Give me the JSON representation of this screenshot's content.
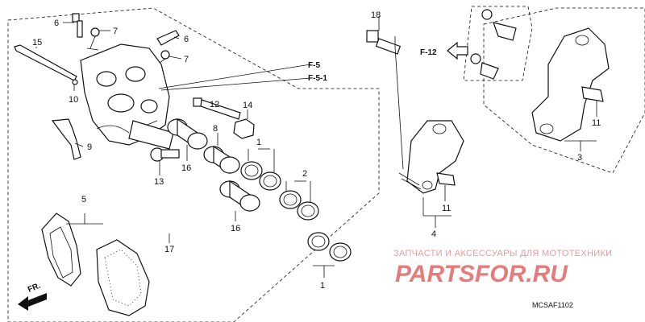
{
  "parts": [
    {
      "id": "p1a",
      "label": "1"
    },
    {
      "id": "p1b",
      "label": "1"
    },
    {
      "id": "p2",
      "label": "2"
    },
    {
      "id": "p3",
      "label": "3"
    },
    {
      "id": "p4",
      "label": "4"
    },
    {
      "id": "p5",
      "label": "5"
    },
    {
      "id": "p6a",
      "label": "6"
    },
    {
      "id": "p6b",
      "label": "6"
    },
    {
      "id": "p7a",
      "label": "7"
    },
    {
      "id": "p7b",
      "label": "7"
    },
    {
      "id": "p8",
      "label": "8"
    },
    {
      "id": "p9",
      "label": "9"
    },
    {
      "id": "p10",
      "label": "10"
    },
    {
      "id": "p11a",
      "label": "11"
    },
    {
      "id": "p11b",
      "label": "11"
    },
    {
      "id": "p12",
      "label": "12"
    },
    {
      "id": "p13",
      "label": "13"
    },
    {
      "id": "p14",
      "label": "14"
    },
    {
      "id": "p15",
      "label": "15"
    },
    {
      "id": "p16a",
      "label": "16"
    },
    {
      "id": "p16b",
      "label": "16"
    },
    {
      "id": "p17",
      "label": "17"
    },
    {
      "id": "p18",
      "label": "18"
    }
  ],
  "references": {
    "f5": "F-5",
    "f51": "F-5-1",
    "f12": "F-12",
    "front": "FR."
  },
  "diagram_code": "MCSAF1102",
  "watermark": {
    "line1": "ЗАПЧАСТИ И АКСЕССУАРЫ ДЛЯ МОТОТЕХНИКИ",
    "line2": "PARTSFOR.RU"
  }
}
